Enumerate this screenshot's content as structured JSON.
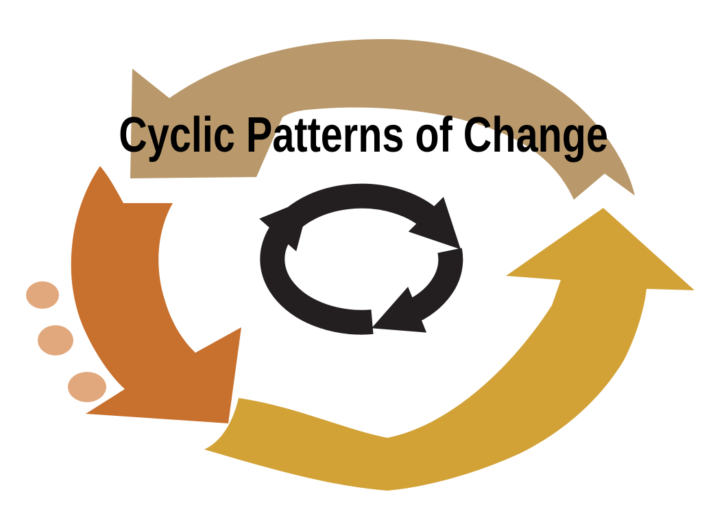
{
  "slide": {
    "title": "Cyclic Patterns of Change",
    "background_color": "#ffffff",
    "title_color": "#000000"
  },
  "diagram": {
    "type": "cycle-diagram",
    "description": "Three large curved arrows forming a counterclockwise ring around a black clockwise cycle icon, with a trail of three dots at lower left",
    "arrows": [
      {
        "position": "top",
        "color_name": "tan",
        "color": "#B9996B",
        "points": "left"
      },
      {
        "position": "left",
        "color_name": "orange",
        "color": "#C8702E",
        "points": "down-right"
      },
      {
        "position": "bottom-right",
        "color_name": "gold",
        "color": "#D2A237",
        "points": "up"
      }
    ],
    "center_icon": {
      "name": "cycle-arrows-icon",
      "color": "#231F20",
      "arrow_count": 3,
      "direction": "clockwise"
    },
    "decoration": {
      "name": "dot-trail",
      "color": "#E2A87D",
      "count": 3
    }
  }
}
